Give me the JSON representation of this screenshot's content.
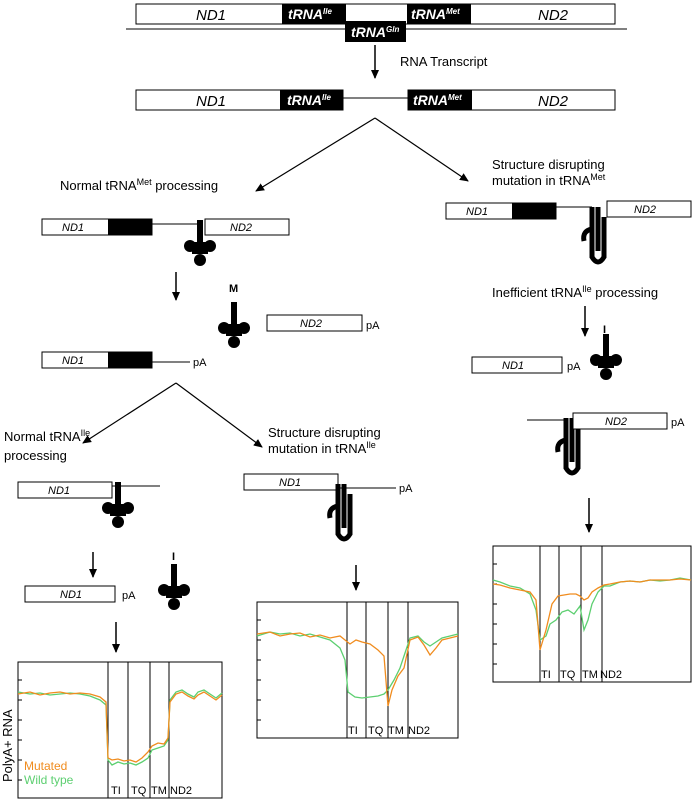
{
  "top_gene": {
    "nd1": "ND1",
    "trna_ile": "tRNA",
    "trna_ile_sup": "Ile",
    "trna_met": "tRNA",
    "trna_met_sup": "Met",
    "nd2": "ND2",
    "trna_gln": "tRNA",
    "trna_gln_sup": "Gln"
  },
  "rna_transcript_label": "RNA Transcript",
  "transcript": {
    "nd1": "ND1",
    "trna_ile": "tRNA",
    "trna_ile_sup": "Ile",
    "trna_met": "tRNA",
    "trna_met_sup": "Met",
    "nd2": "ND2"
  },
  "left_branch": {
    "title_main": "Normal tRNA",
    "title_sup": "Met",
    "title_tail": " processing",
    "nd1": "ND1",
    "nd2": "ND2",
    "cloverleaf_letter": "M",
    "pa1": "pA",
    "pa2": "pA"
  },
  "right_branch": {
    "title_line1": "Structure disrupting",
    "title_line2_main": "mutation in tRNA",
    "title_line2_sup": "Met",
    "nd1": "ND1",
    "nd2": "ND2",
    "ineff_main": "Inefficient tRNA",
    "ineff_sup": "Ile",
    "ineff_tail": " processing",
    "nd1_b": "ND1",
    "pa_b": "pA",
    "cloverleaf_letter": "I",
    "nd2_b": "ND2",
    "pa_c": "pA"
  },
  "lower_left": {
    "title_line1_main": "Normal tRNA",
    "title_line1_sup": "Ile",
    "title_line2": "processing",
    "nd1": "ND1",
    "nd1_b": "ND1",
    "pa": "pA",
    "cloverleaf_letter": "I"
  },
  "lower_mid": {
    "title_line1": "Structure disrupting",
    "title_line2_main": "mutation in tRNA",
    "title_line2_sup": "Ile",
    "nd1": "ND1",
    "pa": "pA"
  },
  "plots": {
    "ylabel": "PolyA+ RNA",
    "legend_mutated": "Mutated",
    "legend_wildtype": "Wild type",
    "regions": [
      "TI",
      "TQ",
      "TM",
      "ND2"
    ],
    "colors": {
      "mutated": "#f08c1e",
      "wild_type": "#5ccf70"
    }
  }
}
